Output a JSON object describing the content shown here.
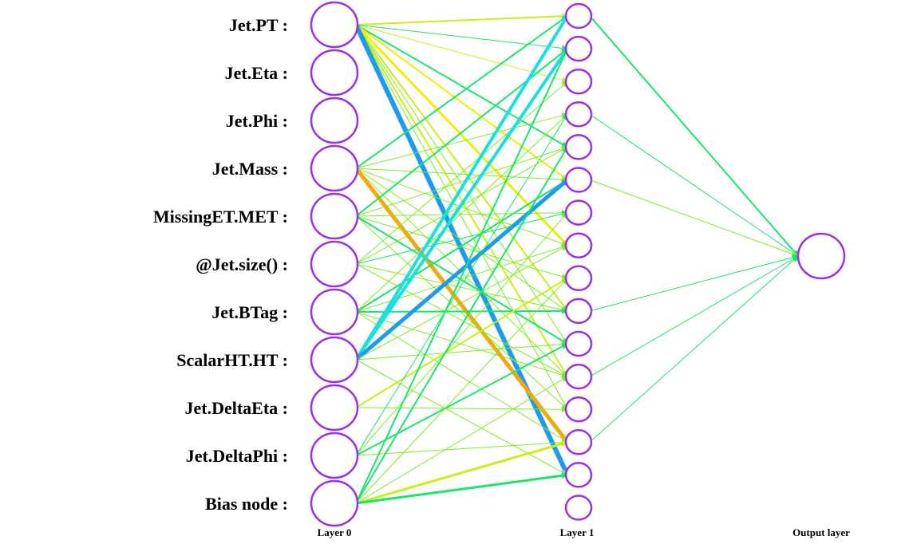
{
  "input_labels": [
    "Jet.PT :",
    "Jet.Eta :",
    "Jet.Phi :",
    "Jet.Mass :",
    "MissingET.MET :",
    "@Jet.size() :",
    "Jet.BTag :",
    "ScalarHT.HT :",
    "Jet.DeltaEta :",
    "Jet.DeltaPhi :",
    "Bias node :"
  ],
  "layer_labels": [
    "Layer 0",
    "Layer 1",
    "Output layer"
  ],
  "hidden_node_count": 16,
  "colors": {
    "node_stroke": "#9b30e6",
    "edge_palette": [
      "#1e9bef",
      "#18e0e0",
      "#18e66a",
      "#78ef1c",
      "#c6f018",
      "#f0ec0a",
      "#f7a60e"
    ]
  },
  "connections": [
    {
      "from": "Jet.PT :",
      "to": "L1-1",
      "color": "#c6f018",
      "weight": 2
    },
    {
      "from": "Jet.PT :",
      "to": "L1-2",
      "color": "#18e66a",
      "weight": 1
    },
    {
      "from": "Jet.PT :",
      "to": "L1-3",
      "color": "#c6f018",
      "weight": 1
    },
    {
      "from": "Jet.PT :",
      "to": "L1-5",
      "color": "#18e66a",
      "weight": 2
    },
    {
      "from": "Jet.PT :",
      "to": "L1-6",
      "color": "#f0ec0a",
      "weight": 2
    },
    {
      "from": "Jet.PT :",
      "to": "L1-8",
      "color": "#f0ec0a",
      "weight": 3
    },
    {
      "from": "Jet.PT :",
      "to": "L1-10",
      "color": "#c6f018",
      "weight": 2
    },
    {
      "from": "Jet.PT :",
      "to": "L1-11",
      "color": "#78ef1c",
      "weight": 1
    },
    {
      "from": "Jet.PT :",
      "to": "L1-12",
      "color": "#c6f018",
      "weight": 2
    },
    {
      "from": "Jet.PT :",
      "to": "L1-13",
      "color": "#78ef1c",
      "weight": 1
    },
    {
      "from": "Jet.PT :",
      "to": "L1-15",
      "color": "#1e9bef",
      "weight": 6
    },
    {
      "from": "Jet.Mass :",
      "to": "L1-1",
      "color": "#18e66a",
      "weight": 2
    },
    {
      "from": "Jet.Mass :",
      "to": "L1-4",
      "color": "#78ef1c",
      "weight": 1
    },
    {
      "from": "Jet.Mass :",
      "to": "L1-6",
      "color": "#78ef1c",
      "weight": 1
    },
    {
      "from": "Jet.Mass :",
      "to": "L1-8",
      "color": "#78ef1c",
      "weight": 1
    },
    {
      "from": "Jet.Mass :",
      "to": "L1-10",
      "color": "#78ef1c",
      "weight": 1
    },
    {
      "from": "Jet.Mass :",
      "to": "L1-12",
      "color": "#78ef1c",
      "weight": 1
    },
    {
      "from": "Jet.Mass :",
      "to": "L1-14",
      "color": "#f7a60e",
      "weight": 5
    },
    {
      "from": "MissingET.MET :",
      "to": "L1-2",
      "color": "#18e66a",
      "weight": 2
    },
    {
      "from": "MissingET.MET :",
      "to": "L1-5",
      "color": "#78ef1c",
      "weight": 1
    },
    {
      "from": "MissingET.MET :",
      "to": "L1-7",
      "color": "#78ef1c",
      "weight": 1
    },
    {
      "from": "MissingET.MET :",
      "to": "L1-9",
      "color": "#78ef1c",
      "weight": 1
    },
    {
      "from": "MissingET.MET :",
      "to": "L1-11",
      "color": "#18e66a",
      "weight": 2
    },
    {
      "from": "MissingET.MET :",
      "to": "L1-13",
      "color": "#78ef1c",
      "weight": 1
    },
    {
      "from": "@Jet.size() :",
      "to": "L1-3",
      "color": "#78ef1c",
      "weight": 1
    },
    {
      "from": "@Jet.size() :",
      "to": "L1-5",
      "color": "#78ef1c",
      "weight": 1
    },
    {
      "from": "@Jet.size() :",
      "to": "L1-7",
      "color": "#18e66a",
      "weight": 1
    },
    {
      "from": "@Jet.size() :",
      "to": "L1-10",
      "color": "#78ef1c",
      "weight": 1
    },
    {
      "from": "@Jet.size() :",
      "to": "L1-12",
      "color": "#78ef1c",
      "weight": 1
    },
    {
      "from": "Jet.BTag :",
      "to": "L1-4",
      "color": "#78ef1c",
      "weight": 1
    },
    {
      "from": "Jet.BTag :",
      "to": "L1-6",
      "color": "#18e66a",
      "weight": 2
    },
    {
      "from": "Jet.BTag :",
      "to": "L1-8",
      "color": "#78ef1c",
      "weight": 1
    },
    {
      "from": "Jet.BTag :",
      "to": "L1-10",
      "color": "#18e66a",
      "weight": 2
    },
    {
      "from": "Jet.BTag :",
      "to": "L1-12",
      "color": "#78ef1c",
      "weight": 1
    },
    {
      "from": "Jet.BTag :",
      "to": "L1-14",
      "color": "#78ef1c",
      "weight": 1
    },
    {
      "from": "ScalarHT.HT :",
      "to": "L1-1",
      "color": "#18e0e0",
      "weight": 4
    },
    {
      "from": "ScalarHT.HT :",
      "to": "L1-2",
      "color": "#18e0e0",
      "weight": 4
    },
    {
      "from": "ScalarHT.HT :",
      "to": "L1-6",
      "color": "#1e9bef",
      "weight": 5
    },
    {
      "from": "ScalarHT.HT :",
      "to": "L1-8",
      "color": "#78ef1c",
      "weight": 1
    },
    {
      "from": "ScalarHT.HT :",
      "to": "L1-11",
      "color": "#78ef1c",
      "weight": 1
    },
    {
      "from": "ScalarHT.HT :",
      "to": "L1-15",
      "color": "#78ef1c",
      "weight": 1
    },
    {
      "from": "Jet.DeltaEta :",
      "to": "L1-9",
      "color": "#c6f018",
      "weight": 2
    },
    {
      "from": "Jet.DeltaEta :",
      "to": "L1-13",
      "color": "#78ef1c",
      "weight": 1
    },
    {
      "from": "Jet.DeltaPhi :",
      "to": "L1-4",
      "color": "#18e66a",
      "weight": 1
    },
    {
      "from": "Jet.DeltaPhi :",
      "to": "L1-7",
      "color": "#78ef1c",
      "weight": 1
    },
    {
      "from": "Jet.DeltaPhi :",
      "to": "L1-11",
      "color": "#18e66a",
      "weight": 2
    },
    {
      "from": "Jet.DeltaPhi :",
      "to": "L1-14",
      "color": "#78ef1c",
      "weight": 1
    },
    {
      "from": "Bias node :",
      "to": "L1-2",
      "color": "#18e66a",
      "weight": 2
    },
    {
      "from": "Bias node :",
      "to": "L1-5",
      "color": "#18e66a",
      "weight": 2
    },
    {
      "from": "Bias node :",
      "to": "L1-9",
      "color": "#78ef1c",
      "weight": 1
    },
    {
      "from": "Bias node :",
      "to": "L1-12",
      "color": "#78ef1c",
      "weight": 1
    },
    {
      "from": "Bias node :",
      "to": "L1-14",
      "color": "#c6f018",
      "weight": 3
    },
    {
      "from": "Bias node :",
      "to": "L1-15",
      "color": "#18e66a",
      "weight": 3
    },
    {
      "from": "L1-1",
      "to": "Output",
      "color": "#18e66a",
      "weight": 2
    },
    {
      "from": "L1-4",
      "to": "Output",
      "color": "#18e66a",
      "weight": 1
    },
    {
      "from": "L1-6",
      "to": "Output",
      "color": "#78ef1c",
      "weight": 1
    },
    {
      "from": "L1-10",
      "to": "Output",
      "color": "#18e66a",
      "weight": 1
    },
    {
      "from": "L1-12",
      "to": "Output",
      "color": "#18e66a",
      "weight": 1
    },
    {
      "from": "L1-14",
      "to": "Output",
      "color": "#18e66a",
      "weight": 1
    }
  ]
}
